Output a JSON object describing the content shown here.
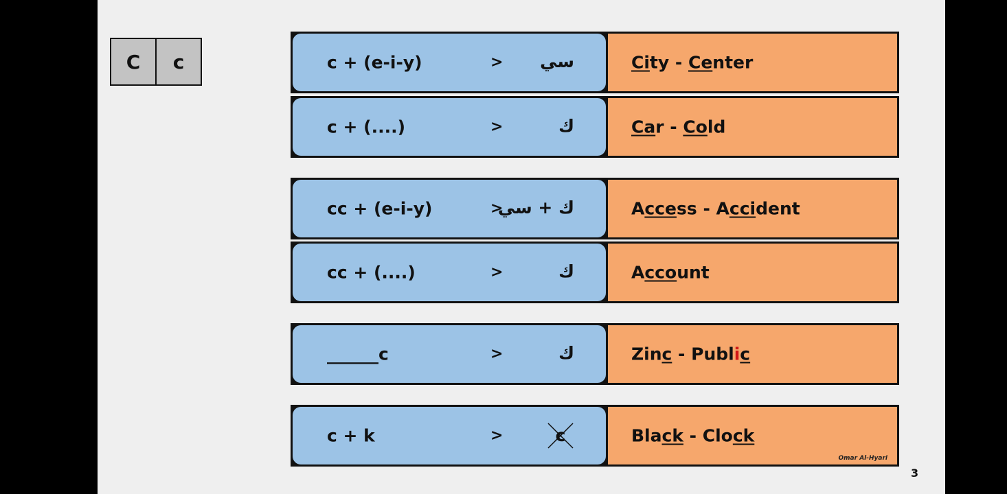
{
  "letters": {
    "upper": "C",
    "lower": "c"
  },
  "rows": [
    {
      "pattern": "c + (e-i-y)",
      "arrow": ">",
      "arabic": "سي",
      "examples": [
        {
          "parts": [
            {
              "t": "Ci",
              "u": true
            },
            {
              "t": "ty",
              "u": false
            }
          ]
        },
        {
          "parts": [
            {
              "t": "Ce",
              "u": true
            },
            {
              "t": "nter",
              "u": false
            }
          ]
        }
      ],
      "separator": " - "
    },
    {
      "pattern": "c + (....)",
      "arrow": ">",
      "arabic": "ك",
      "examples": [
        {
          "parts": [
            {
              "t": "Ca",
              "u": true
            },
            {
              "t": "r",
              "u": false
            }
          ]
        },
        {
          "parts": [
            {
              "t": "Co",
              "u": true
            },
            {
              "t": "ld",
              "u": false
            }
          ]
        }
      ],
      "separator": " - "
    },
    {
      "pattern": "cc + (e-i-y)",
      "arrow": ">",
      "arabic": "ك + سي",
      "examples": [
        {
          "parts": [
            {
              "t": "A",
              "u": false
            },
            {
              "t": "cce",
              "u": true
            },
            {
              "t": "ss",
              "u": false
            }
          ]
        },
        {
          "parts": [
            {
              "t": "A",
              "u": false
            },
            {
              "t": "cci",
              "u": true
            },
            {
              "t": "dent",
              "u": false
            }
          ]
        }
      ],
      "separator": " - "
    },
    {
      "pattern": "cc + (....)",
      "arrow": ">",
      "arabic": "ك",
      "examples": [
        {
          "parts": [
            {
              "t": "A",
              "u": false
            },
            {
              "t": "cco",
              "u": true
            },
            {
              "t": "unt",
              "u": false
            }
          ]
        }
      ],
      "separator": " - "
    },
    {
      "pattern": "______c",
      "arrow": ">",
      "arabic": "ك",
      "examples": [
        {
          "parts": [
            {
              "t": "Zin",
              "u": false
            },
            {
              "t": "c",
              "u": true
            }
          ]
        },
        {
          "parts": [
            {
              "t": "Publ",
              "u": false
            },
            {
              "t": "i",
              "u": false,
              "red": true
            },
            {
              "t": "c",
              "u": true
            }
          ]
        }
      ],
      "separator": " - "
    },
    {
      "pattern": "c + k",
      "arrow": ">",
      "crossed_letter": "c",
      "examples": [
        {
          "parts": [
            {
              "t": "Bla",
              "u": false
            },
            {
              "t": "ck",
              "u": true
            }
          ]
        },
        {
          "parts": [
            {
              "t": "Clo",
              "u": false
            },
            {
              "t": "ck",
              "u": true
            }
          ]
        }
      ],
      "separator": " - ",
      "author": "Omar Al-Hyari"
    }
  ],
  "page_number": "3",
  "colors": {
    "blue": "#9cc3e6",
    "orange": "#f6a76c",
    "highlight": "#d01818"
  }
}
